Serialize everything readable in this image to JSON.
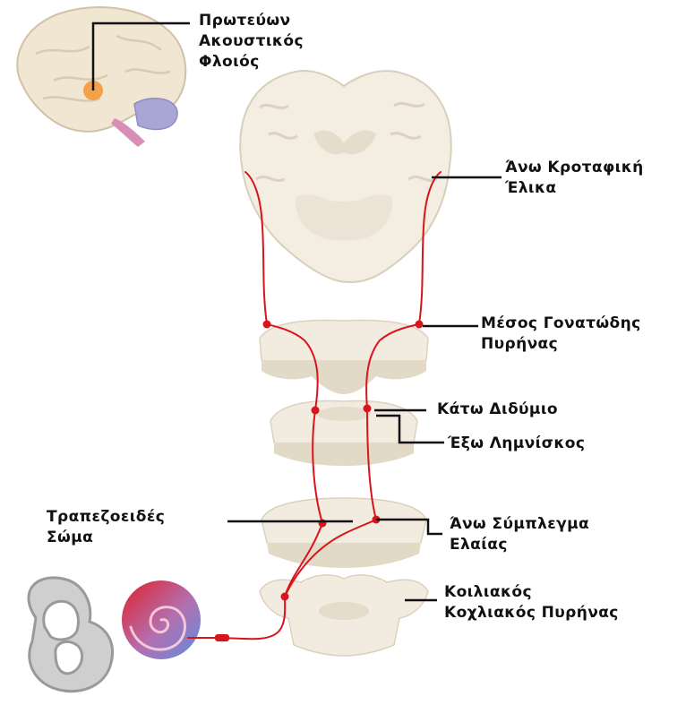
{
  "labels": {
    "primary_auditory_cortex": [
      "Πρωτεύων",
      "Ακουστικός",
      "Φλοιός"
    ],
    "superior_temporal_gyrus": [
      "Άνω Κροταφική",
      "Έλικα"
    ],
    "medial_geniculate_nucleus": [
      "Μέσος Γονατώδης",
      "Πυρήνας"
    ],
    "inferior_colliculus": [
      "Κάτω Διδύμιο"
    ],
    "lateral_lemniscus": [
      "Έξω Λημνίσκος"
    ],
    "trapezoid_body": [
      "Τραπεζοειδές",
      "Σώμα"
    ],
    "superior_olivary_complex": [
      "Άνω Σύμπλεγμα",
      "Ελαίας"
    ],
    "ventral_cochlear_nucleus": [
      "Κοιλιακός",
      "Κοχλιακός Πυρήνας"
    ]
  },
  "colors": {
    "pathway": "#d8141c",
    "tissue": "#f1ebdf",
    "tissue_shade": "#e2d8c6",
    "leader": "#111111",
    "cortex_highlight": "#f5a04a",
    "cerebellum": "#a9a6d6",
    "brainstem": "#d98fb5"
  },
  "icons": [
    "brain-icon",
    "inner-ear-icon",
    "cochlea-icon"
  ]
}
